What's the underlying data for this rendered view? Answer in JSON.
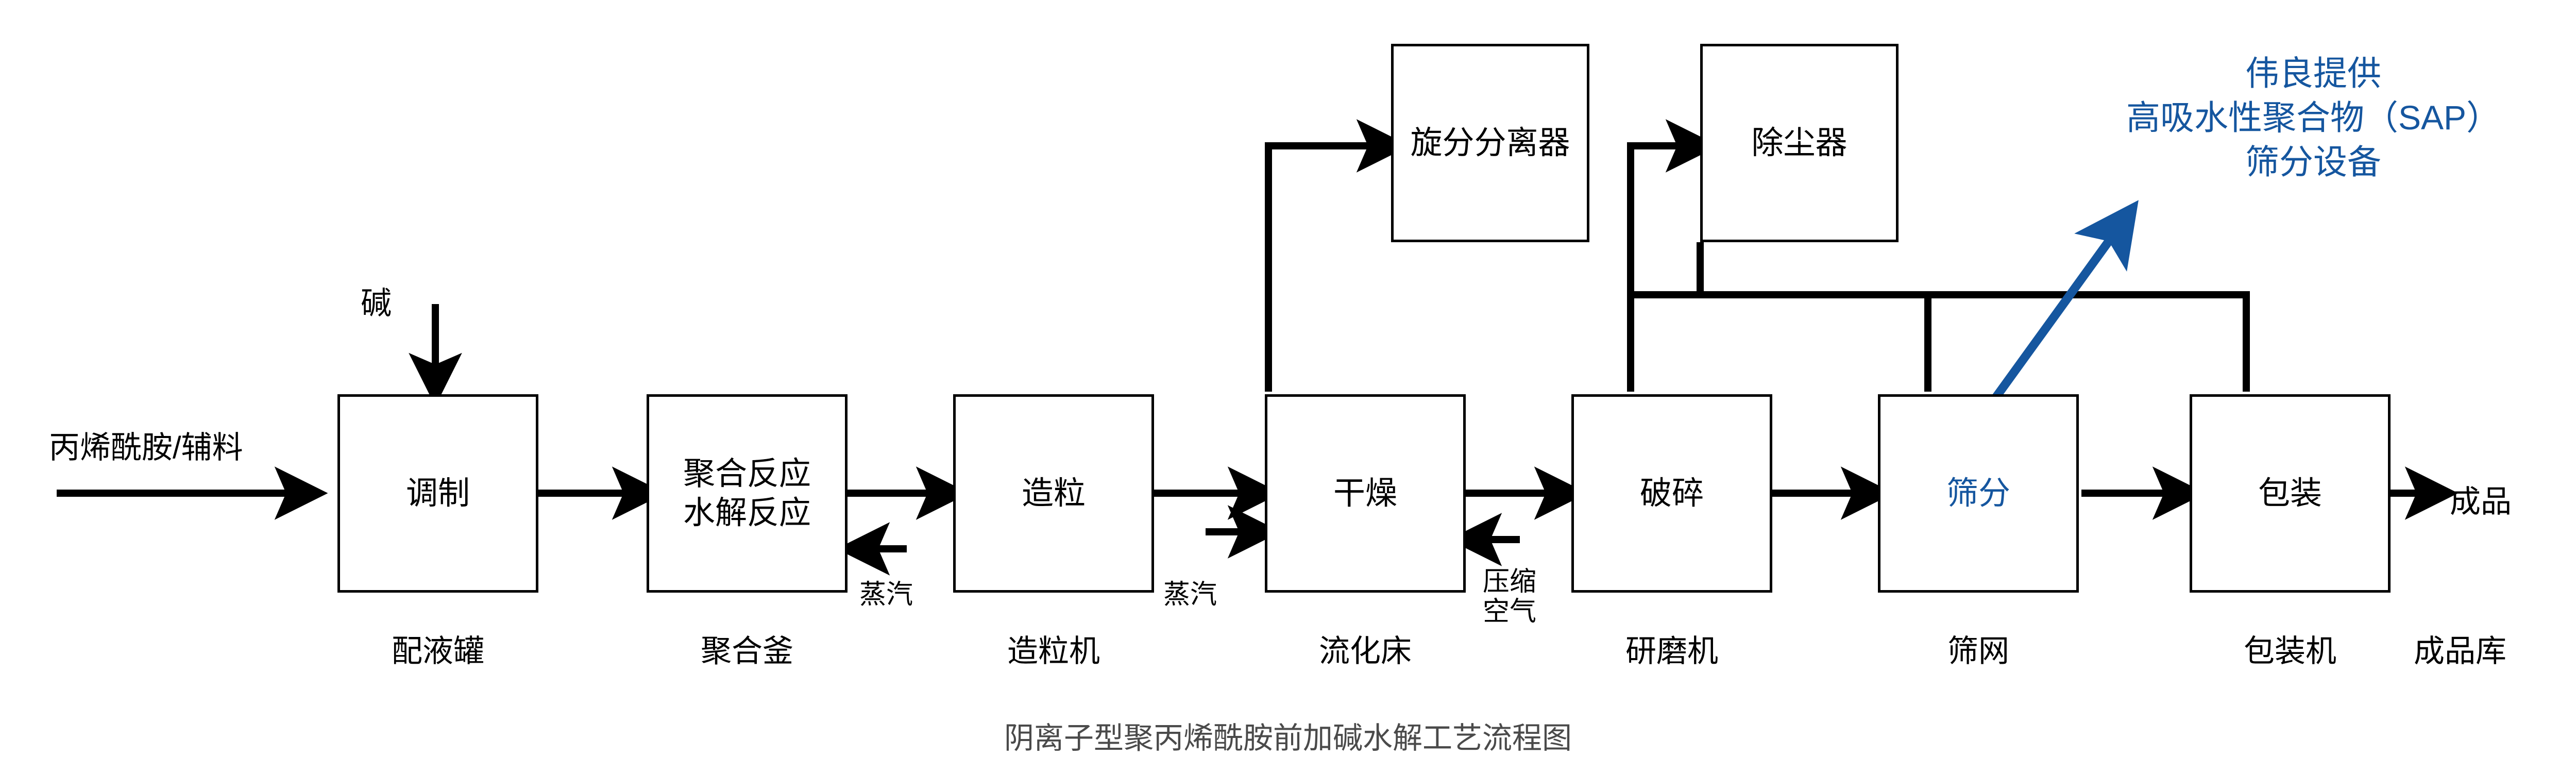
{
  "diagram": {
    "title": "阴离子型聚丙烯酰胺前加碱水解工艺流程图",
    "accent_color": "#15569F",
    "line_color": "#000000",
    "caption_color": "#4A4A4A",
    "background": "#ffffff"
  },
  "inputs": {
    "feed_label": "丙烯酰胺/辅料",
    "alkali_label": "碱"
  },
  "output": {
    "product_label": "成品",
    "product_store_label": "成品库"
  },
  "nodes": [
    {
      "id": "prep",
      "label": "调制",
      "equipment": "配液罐",
      "accent": false
    },
    {
      "id": "reactor",
      "label": "聚合反应\n水解反应",
      "equipment": "聚合釜",
      "accent": false
    },
    {
      "id": "granulate",
      "label": "造粒",
      "equipment": "造粒机",
      "accent": false
    },
    {
      "id": "dry",
      "label": "干燥",
      "equipment": "流化床",
      "accent": false
    },
    {
      "id": "crush",
      "label": "破碎",
      "equipment": "研磨机",
      "accent": false
    },
    {
      "id": "screen",
      "label": "筛分",
      "equipment": "筛网",
      "accent": true
    },
    {
      "id": "pack",
      "label": "包装",
      "equipment": "包装机",
      "accent": false
    }
  ],
  "top_nodes": [
    {
      "id": "cyclone",
      "label": "旋分分离器"
    },
    {
      "id": "dust",
      "label": "除尘器"
    }
  ],
  "utilities": [
    {
      "id": "steam_reactor",
      "label": "蒸汽"
    },
    {
      "id": "steam_dryer",
      "label": "蒸汽"
    },
    {
      "id": "air_dryer",
      "label": "压缩\n空气"
    }
  ],
  "annotation": {
    "text": "伟良提供\n高吸水性聚合物（SAP）\n筛分设备"
  }
}
